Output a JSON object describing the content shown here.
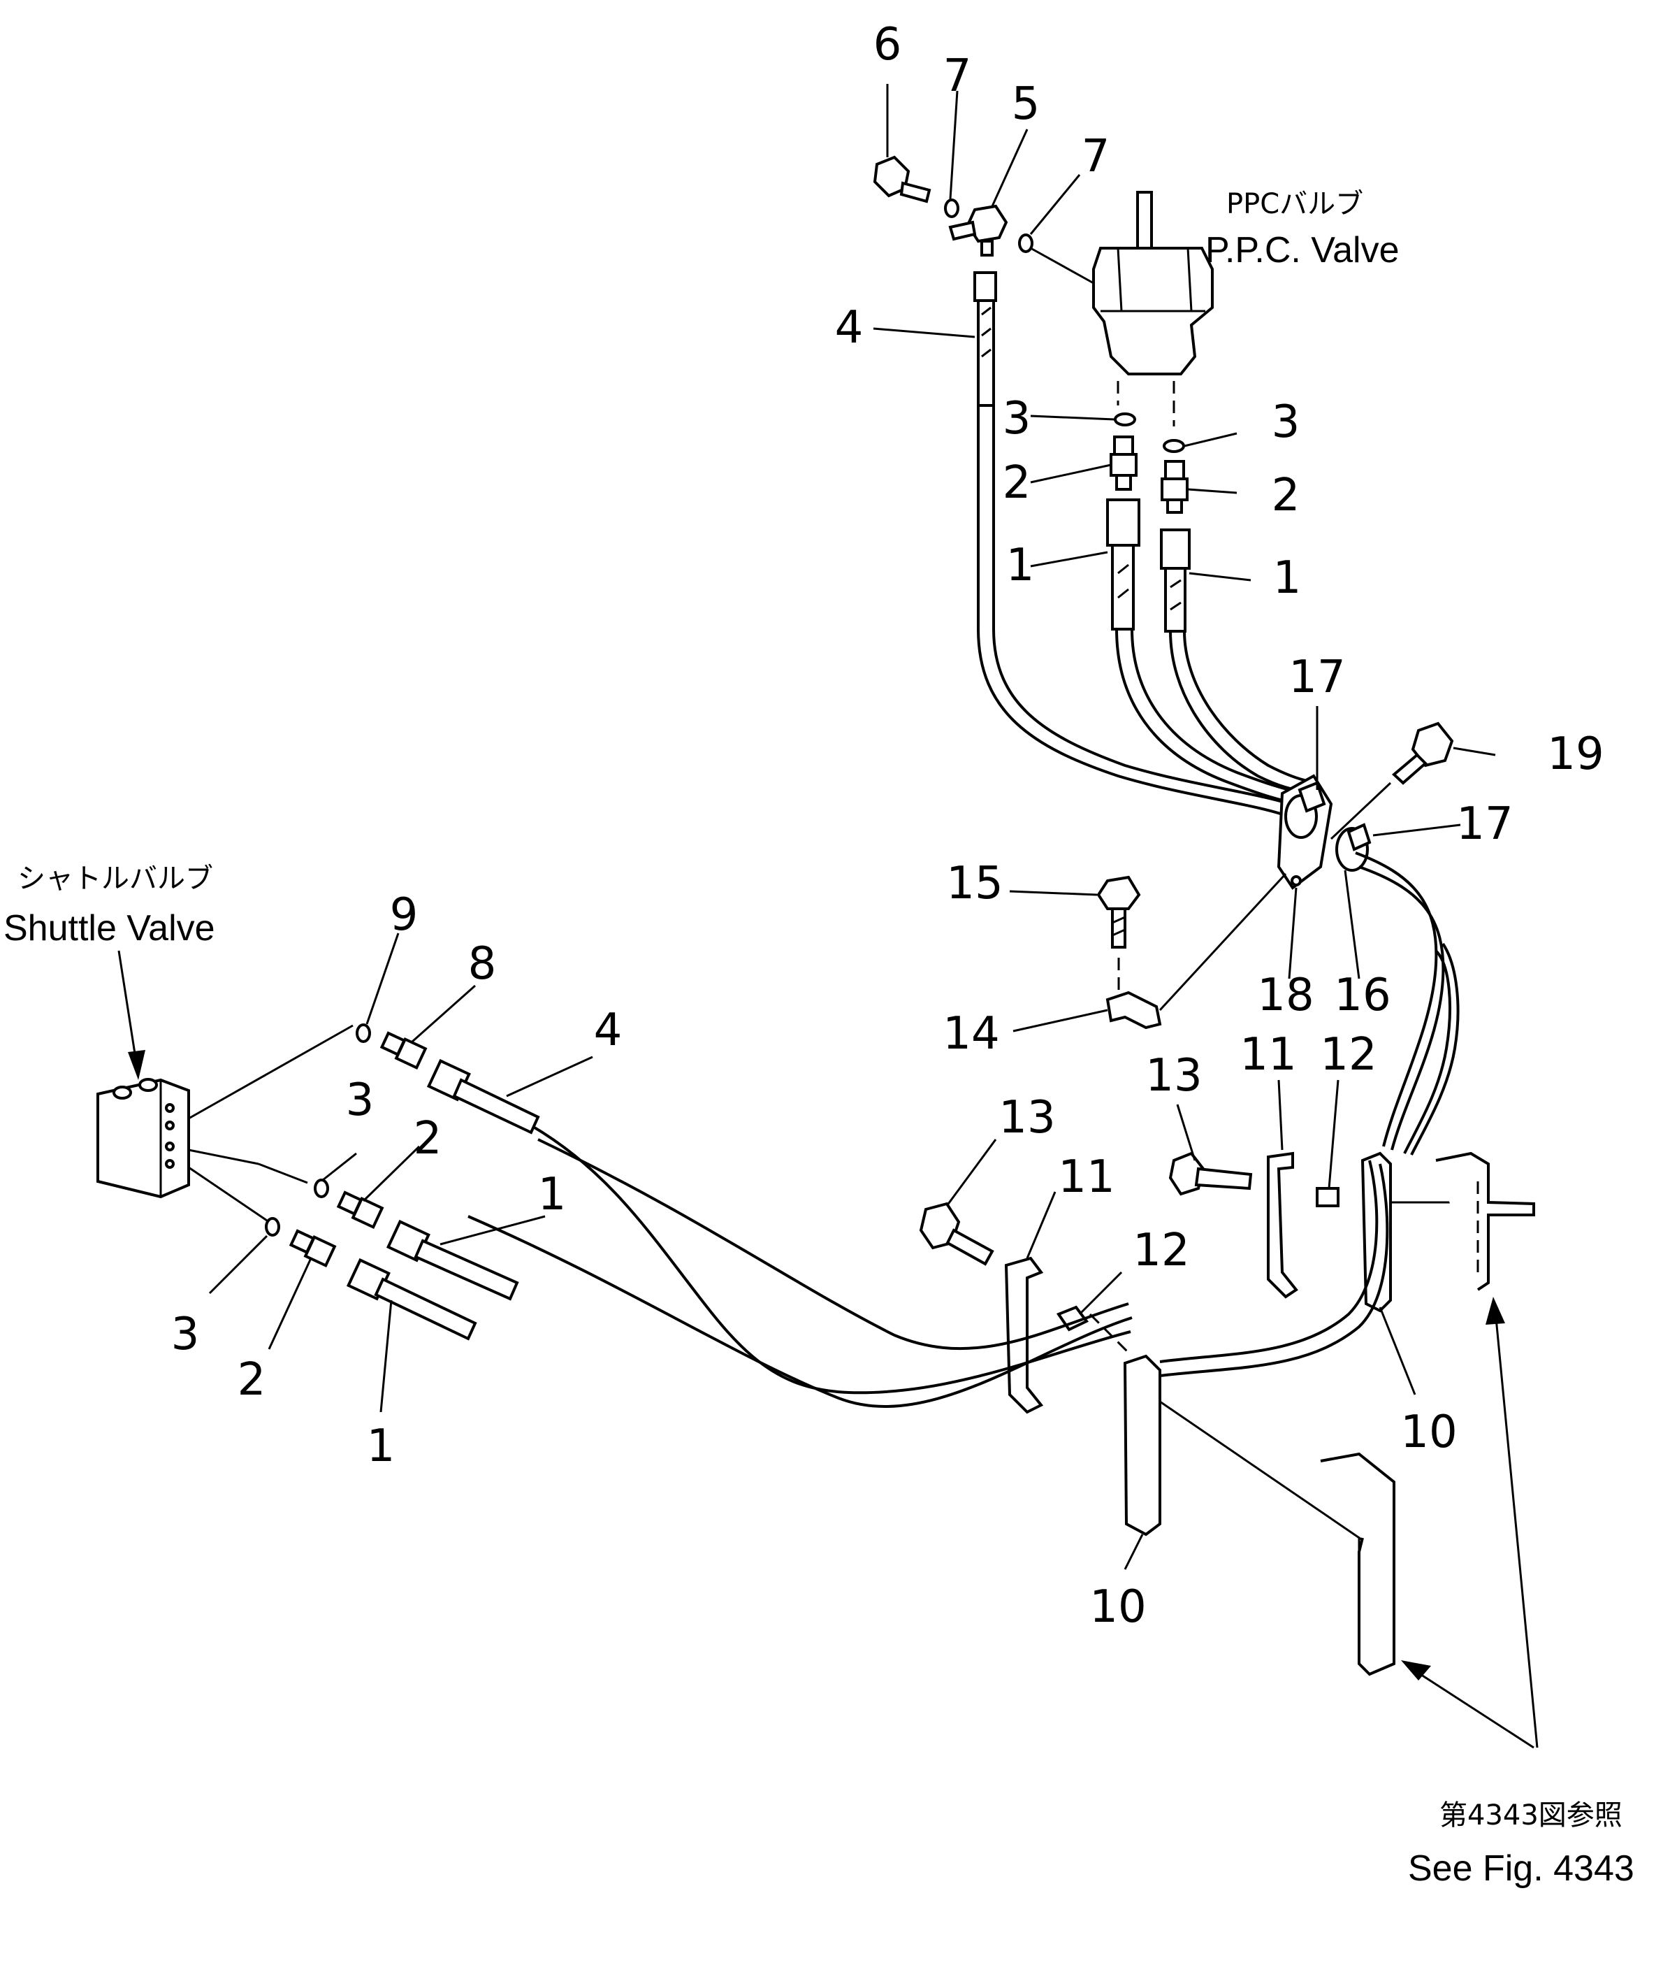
{
  "labels": {
    "ppc_valve_jp": "PPCバルブ",
    "ppc_valve_en": "P.P.C. Valve",
    "shuttle_valve_jp": "シャトルバルブ",
    "shuttle_valve_en": "Shuttle Valve",
    "see_fig_jp": "第4343図参照",
    "see_fig_en": "See Fig. 4343"
  },
  "callouts": {
    "c6": "6",
    "c7a": "7",
    "c5": "5",
    "c7b": "7",
    "c4a": "4",
    "c3a": "3",
    "c3b": "3",
    "c2a": "2",
    "c2b": "2",
    "c1a": "1",
    "c1b": "1",
    "c17a": "17",
    "c17b": "17",
    "c19": "19",
    "c15": "15",
    "c18": "18",
    "c16": "16",
    "c14": "14",
    "c13a": "13",
    "c11a": "11",
    "c12a": "12",
    "c13b": "13",
    "c11b": "11",
    "c12b": "12",
    "c10a": "10",
    "c10b": "10",
    "c9": "9",
    "c8": "8",
    "c4b": "4",
    "c3c": "3",
    "c2c": "2",
    "c1c": "1",
    "c3d": "3",
    "c2d": "2",
    "c1d": "1"
  }
}
